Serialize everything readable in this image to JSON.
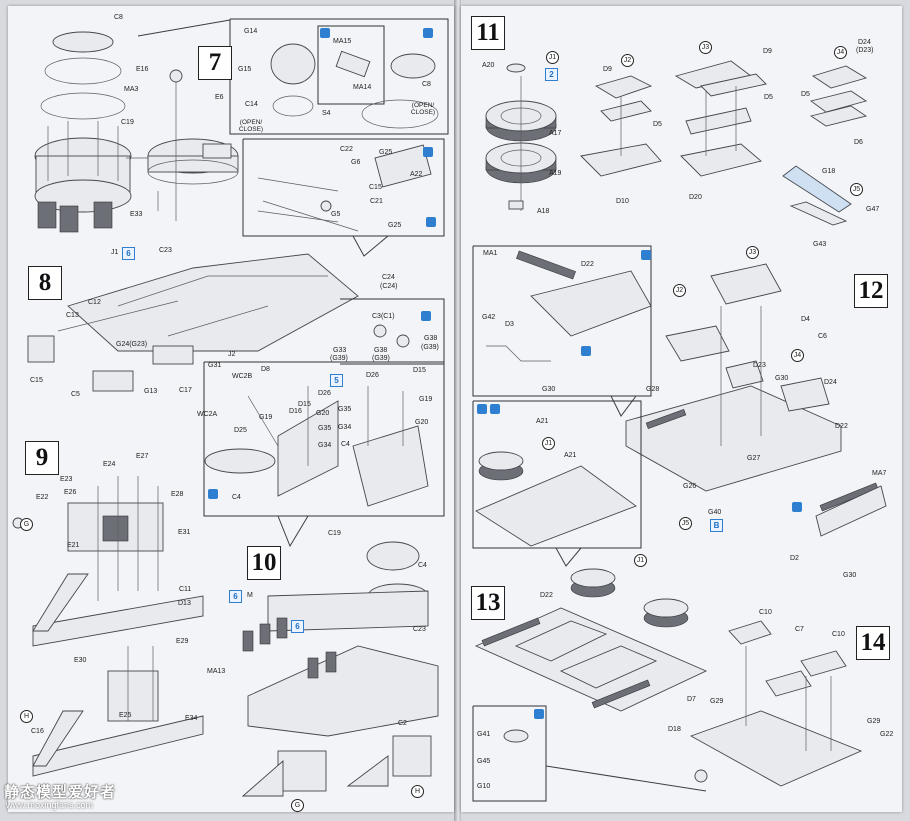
{
  "document": {
    "left_page": {
      "steps": [
        "7",
        "8",
        "9",
        "10"
      ],
      "labels": {
        "c8": "C8",
        "e16": "E16",
        "ma3": "MA3",
        "c19": "C19",
        "e6": "E6",
        "e33": "E33",
        "j1": "J1",
        "g14": "G14",
        "g15": "G15",
        "c14": "C14",
        "open_close_1": "(OPEN/\nCLOSE)",
        "ma15": "MA15",
        "ma14": "MA14",
        "s4": "S4",
        "c8b": "C8",
        "open_close_2": "(OPEN/\nCLOSE)",
        "c22": "C22",
        "g6": "G6",
        "c15": "C15",
        "c21": "C21",
        "g5": "G5",
        "g25": "G25",
        "a22": "A22",
        "g25b": "G25",
        "c23": "C23",
        "c24": "C24",
        "c24p": "(C24)",
        "c12": "C12",
        "c13": "C13",
        "g24": "G24(G23)",
        "j2": "J2",
        "c3": "C3(C1)",
        "g38": "G38",
        "g39": "(G39)",
        "g33": "G33",
        "g39b": "(G39)",
        "g38b": "G38",
        "g39c": "(G39)",
        "c15b": "C15",
        "c5": "C5",
        "g13": "G13",
        "c17": "C17",
        "g31": "G31",
        "wc2b": "WC2B",
        "d8": "D8",
        "d26": "D26",
        "d15": "D15",
        "wc2a": "WC2A",
        "d25": "D25",
        "g19": "G19",
        "d16": "D16",
        "g20": "G20",
        "g35": "G35",
        "g34": "G34",
        "c4": "C4",
        "d26b": "D26",
        "d15b": "D15",
        "g19b": "G19",
        "g20b": "G20",
        "g35b": "G35",
        "g34b": "G34",
        "c4b": "C4",
        "c4c": "C4",
        "e23": "E23",
        "e24": "E24",
        "e27": "E27",
        "e22": "E22",
        "e26": "E26",
        "e28": "E28",
        "e21": "E21",
        "e31": "E31",
        "c11": "C11",
        "d13": "D13",
        "e29": "E29",
        "e30": "E30",
        "e25": "E25",
        "e34": "E34",
        "c16": "C16",
        "c19b": "C19",
        "c4d": "C4",
        "m": "M",
        "ma13": "MA13",
        "c23b": "C23",
        "c2": "C2"
      },
      "callouts": {
        "g": "G",
        "h": "H",
        "g2": "G",
        "h2": "H"
      },
      "badges": {
        "b6a": "6",
        "b6b": "6",
        "b6c": "6",
        "b5a": "5"
      }
    },
    "right_page": {
      "steps": [
        "11",
        "12",
        "13",
        "14"
      ],
      "labels": {
        "a20": "A20",
        "j1": "J1",
        "x2": "2",
        "a17": "A17",
        "a19": "A19",
        "a18": "A18",
        "j2": "J2",
        "d9": "D9",
        "d5": "D5",
        "d10": "D10",
        "j3": "J3",
        "d9b": "D9",
        "d5b": "D5",
        "d20": "D20",
        "d24": "D24",
        "d23": "(D23)",
        "j4": "J4",
        "d5c": "D5",
        "d6": "D6",
        "g18": "G18",
        "j5": "J5",
        "g47": "G47",
        "g43": "G43",
        "ma1": "MA1",
        "d22": "D22",
        "g42": "G42",
        "d3": "D3",
        "g30": "G30",
        "j3b": "J3",
        "d4": "D4",
        "c6": "C6",
        "j2b": "J2",
        "d23b": "D23",
        "j4b": "J4",
        "g30b": "G30",
        "d24b": "D24",
        "g28": "G28",
        "d22b": "D22",
        "g27": "G27",
        "g26": "G26",
        "j5b": "J5",
        "g40": "G40",
        "b": "B",
        "ma7": "MA7",
        "d2": "D2",
        "g30c": "G30",
        "a21": "A21",
        "j1b": "J1",
        "a21b": "A21",
        "j1c": "J1",
        "d22c": "D22",
        "c10": "C10",
        "c7": "C7",
        "c10b": "C10",
        "g29": "G29",
        "g29b": "G29",
        "d7": "D7",
        "d18": "D18",
        "g22": "G22",
        "g41": "G41",
        "g45": "G45",
        "g10": "G10"
      }
    },
    "watermark": {
      "site": "静态模型爱好者",
      "url": "www.moxingfans.com"
    }
  }
}
